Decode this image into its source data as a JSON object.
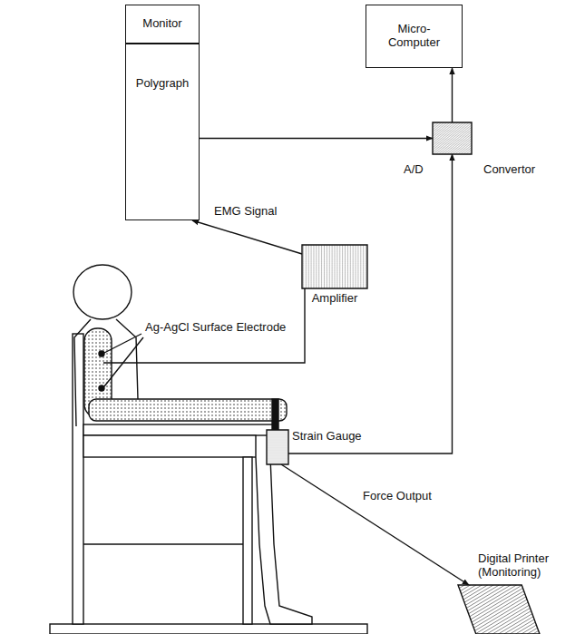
{
  "diagram": {
    "nodes": [
      {
        "text": [
          "Monitor"
        ]
      },
      {
        "text": [
          "Polygraph"
        ]
      },
      {
        "text": [
          "Micro- Computer"
        ]
      },
      {
        "text": [
          "A/D",
          "Convertor"
        ]
      },
      {
        "text": [
          "Amplifier"
        ]
      },
      {
        "text": [
          "Strain Gauge"
        ]
      },
      {
        "text": [
          "Digital Printer (Monitoring)"
        ]
      }
    ],
    "edges": [
      {
        "from": 1,
        "to": 3,
        "arrow": "to"
      },
      {
        "from": 3,
        "to": 2,
        "arrow": "to"
      },
      {
        "from": 4,
        "to": 1,
        "label": "EMG Signal",
        "arrow": "to"
      },
      {
        "from": 5,
        "to": 3,
        "arrow": "to"
      },
      {
        "from": 5,
        "to": 6,
        "label": "Force Output",
        "arrow": "to"
      }
    ],
    "labels": [
      "Ag-AgCl Surface Electrode"
    ]
  }
}
